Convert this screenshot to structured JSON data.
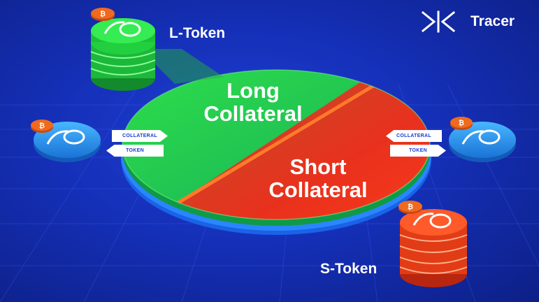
{
  "brand": {
    "name": "Tracer",
    "logo_icon": "tracer-logo-icon"
  },
  "labels": {
    "l_token": "L-Token",
    "s_token": "S-Token",
    "long_collateral": "Long\nCollateral",
    "short_collateral": "Short\nCollateral"
  },
  "arrows": {
    "left_collateral": "COLLATERAL",
    "left_token": "TOKEN",
    "right_collateral": "COLLATERAL",
    "right_token": "TOKEN"
  },
  "colors": {
    "background": "#1530b8",
    "long": "#1ecb3c",
    "short": "#e8311d",
    "token_blue": "#2a9ff0",
    "bitcoin_badge": "#f06a1e"
  },
  "icons": [
    "bitcoin-icon",
    "tracer-token-icon"
  ]
}
